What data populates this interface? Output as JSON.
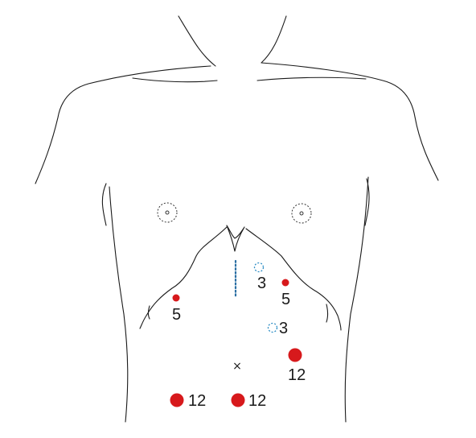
{
  "colors": {
    "port_red": "#d7191c",
    "port_blue": "#2b8cc4",
    "outline": "#1a1a1a"
  },
  "ports": [
    {
      "id": "port-3mm-upper",
      "size_label": "3",
      "type": "dashed-circle",
      "color": "port_blue"
    },
    {
      "id": "port-5mm-right",
      "size_label": "5",
      "type": "small-dot",
      "color": "port_red"
    },
    {
      "id": "port-5mm-left",
      "size_label": "5",
      "type": "small-dot",
      "color": "port_red"
    },
    {
      "id": "port-3mm-lower",
      "size_label": "3",
      "type": "dashed-circle",
      "color": "port_blue"
    },
    {
      "id": "port-12mm-right",
      "size_label": "12",
      "type": "large-dot",
      "color": "port_red"
    },
    {
      "id": "port-12mm-left",
      "size_label": "12",
      "type": "large-dot",
      "color": "port_red"
    },
    {
      "id": "port-12mm-center",
      "size_label": "12",
      "type": "large-dot",
      "color": "port_red"
    }
  ],
  "markers": {
    "umbilicus": "×"
  }
}
